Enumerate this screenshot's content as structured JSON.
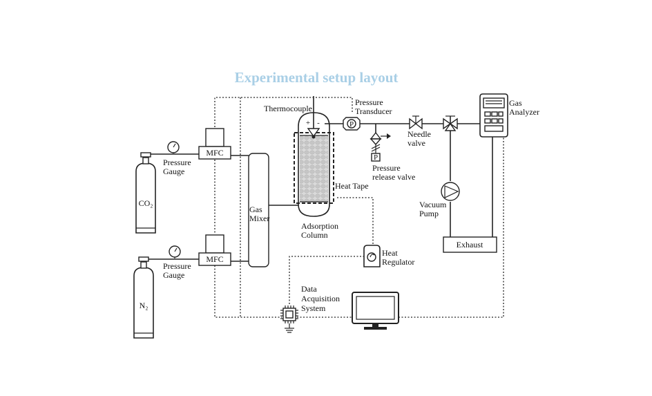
{
  "title": "Experimental setup layout",
  "labels": {
    "thermocouple": "Thermocouple",
    "pressure_transducer": [
      "Pressure",
      "Transducer"
    ],
    "needle_valve": [
      "Needle",
      "valve"
    ],
    "gas_analyzer": [
      "Gas",
      "Analyzer"
    ],
    "pressure_release_valve": [
      "Pressure",
      "release valve"
    ],
    "vacuum_pump": [
      "Vacuum",
      "Pump"
    ],
    "exhaust": "Exhaust",
    "heat_tape": "Heat Tape",
    "adsorption_column": [
      "Adsorption",
      "Column"
    ],
    "heat_regulator": [
      "Heat",
      "Regulator"
    ],
    "data_acquisition": [
      "Data",
      "Acquisition",
      "System"
    ],
    "gas_mixer": [
      "Gas",
      "Mixer"
    ],
    "mfc": "MFC",
    "pressure_gauge": [
      "Pressure",
      "Gauge"
    ],
    "co2": "CO₂",
    "n2": "N₂",
    "p_symbol": "P"
  }
}
